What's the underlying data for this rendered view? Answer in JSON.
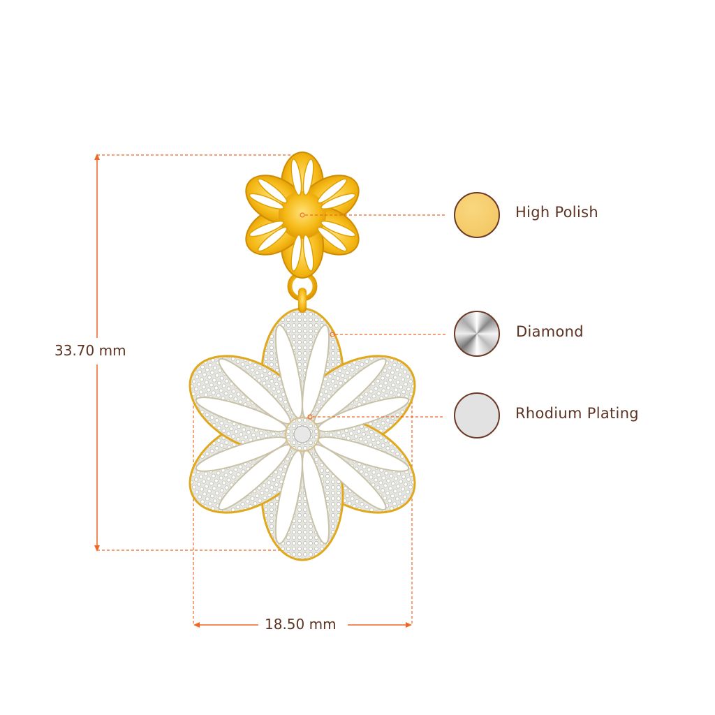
{
  "dimensions": {
    "height_label": "33.70 mm",
    "width_label": "18.50 mm"
  },
  "legend": [
    {
      "label": "High Polish",
      "color": "#f5cd6a"
    },
    {
      "label": "Diamond",
      "color": "#d8d8d8"
    },
    {
      "label": "Rhodium Plating",
      "color": "#e2e2e2"
    }
  ],
  "colors": {
    "dimension_line": "#f26522",
    "text": "#5a3323",
    "gold": "#f2b51c",
    "swatch_border": "#6b3a26"
  }
}
